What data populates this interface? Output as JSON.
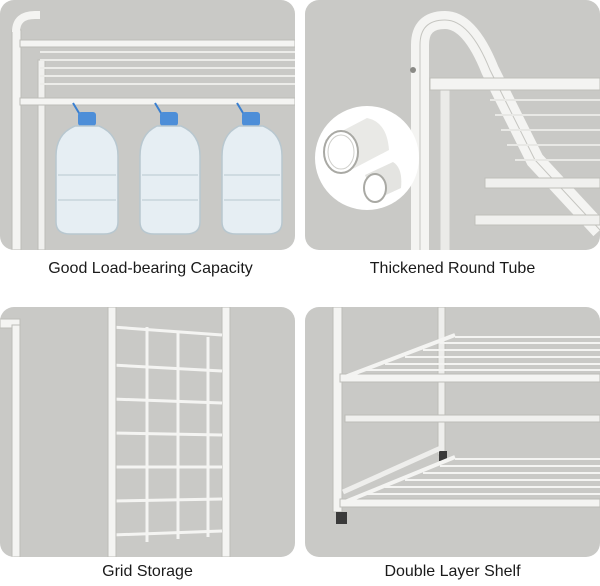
{
  "panels": [
    {
      "caption": "Good Load-bearing Capacity",
      "image": "rack-with-hanging-water-bottles"
    },
    {
      "caption": "Thickened Round Tube",
      "image": "round-tube-closeup"
    },
    {
      "caption": "Grid Storage",
      "image": "side-grid-panel"
    },
    {
      "caption": "Double Layer Shelf",
      "image": "two-wire-shelves"
    }
  ],
  "colors": {
    "panel_bg": "#c9c9c6",
    "metal": "#f4f4f2",
    "caption_text": "#1a1a1a"
  }
}
